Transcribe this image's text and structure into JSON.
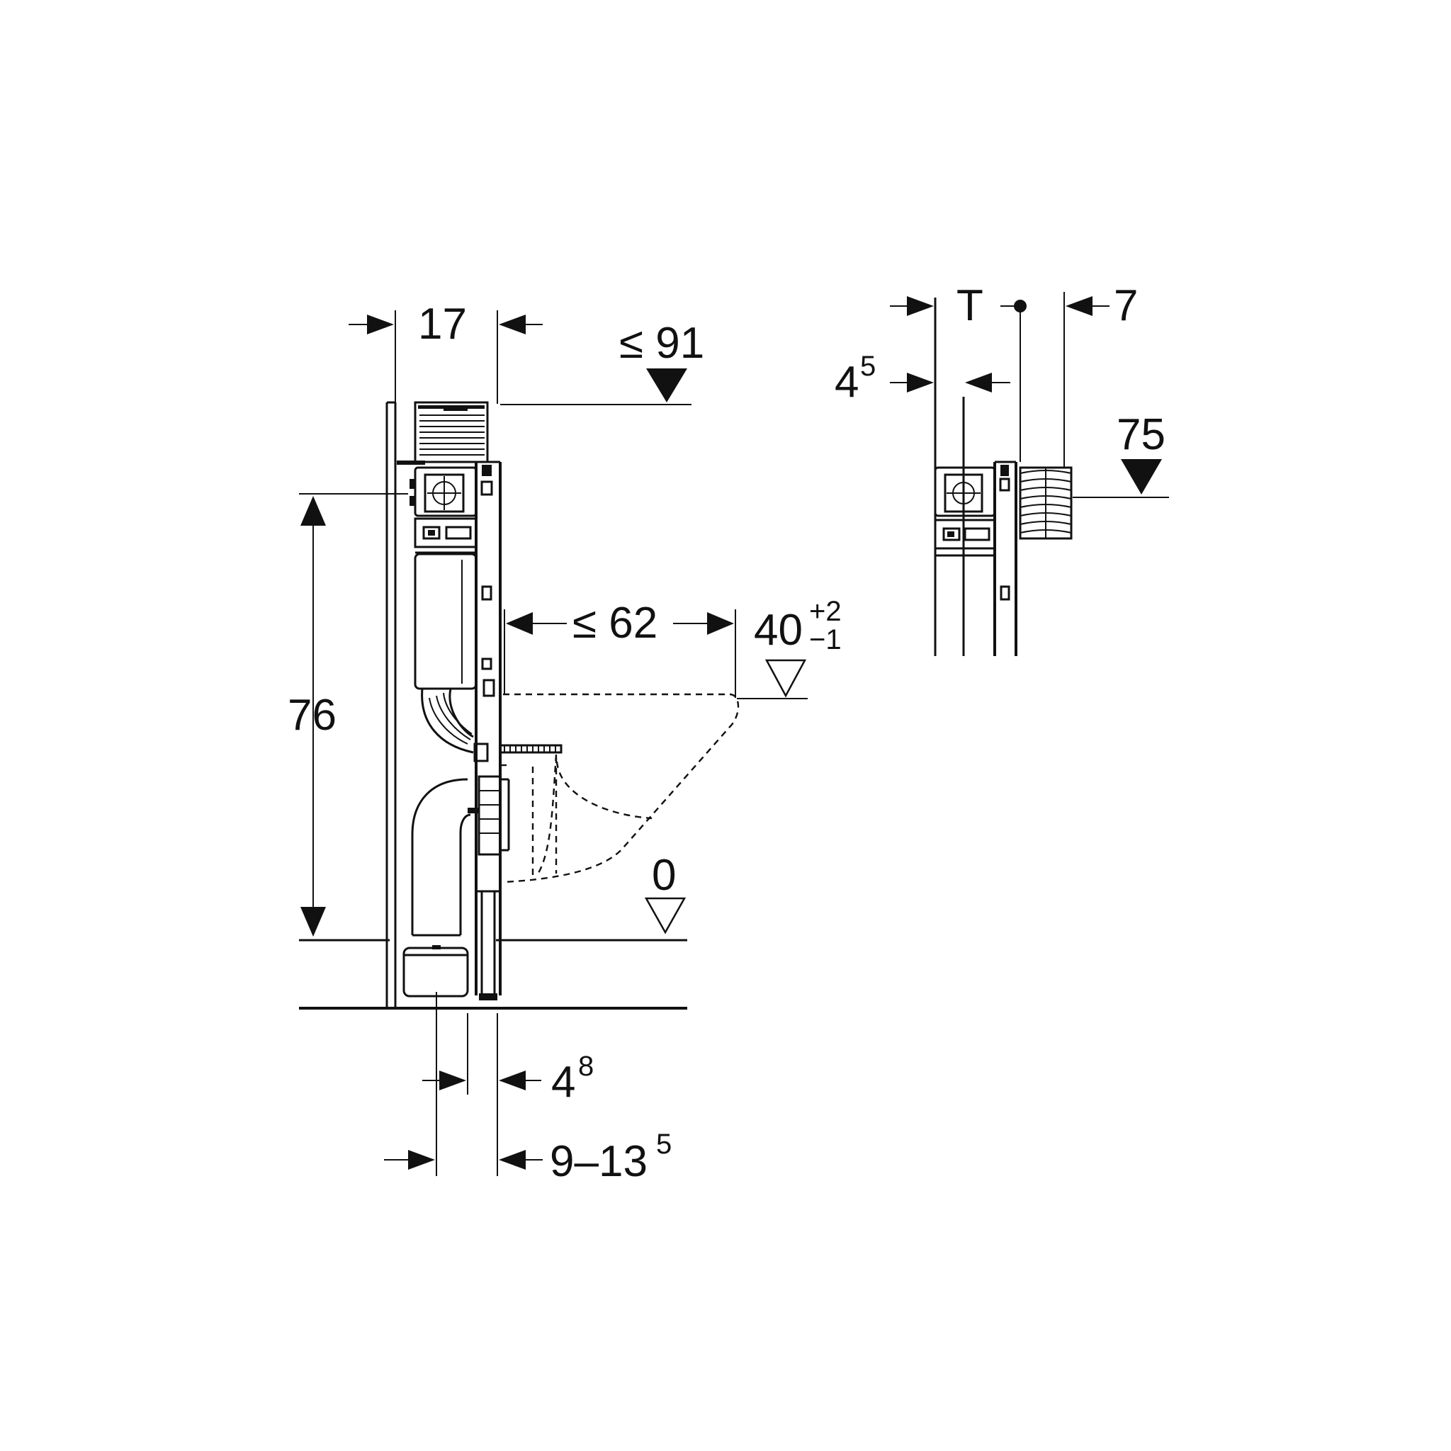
{
  "labels": {
    "width_top": "17",
    "height_top_prefix": "≤ 91",
    "height_76": "76",
    "projection_prefix": "≤ 62",
    "seat_height": "40",
    "seat_tol_plus": "+2",
    "seat_tol_minus": "−1",
    "floor_level": "0",
    "inlet_offset_base": "4",
    "inlet_offset_exp": "8",
    "drain_range_base": "9–13",
    "drain_range_exp": "5",
    "side_T": "T",
    "side_7": "7",
    "side_45_base": "4",
    "side_45_exp": "5",
    "side_height": "75"
  },
  "colors": {
    "line": "#111111",
    "background": "#ffffff"
  }
}
